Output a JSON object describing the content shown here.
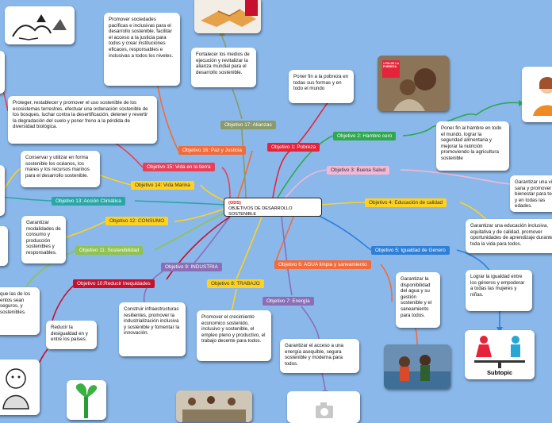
{
  "center": {
    "acronym": "(ODS)",
    "title": "OBJETIVOS DE DESARROLLO SOSTENIBLE"
  },
  "objectives": [
    {
      "label": "Objetivo 1: Pobreza",
      "color": "#e5243b"
    },
    {
      "label": "Objetivo 2: Hambre cero",
      "color": "#2fa84f"
    },
    {
      "label": "Objetivo 3: Buena Salud",
      "color": "#f2b8d6"
    },
    {
      "label": "Objetivo 4: Educación de calidad",
      "color": "#ffd21f"
    },
    {
      "label": "Objetivo 5: Igualdad de Genero",
      "color": "#2f7fd6"
    },
    {
      "label": "Objetivo 6: AGUA limpia y saneamiento",
      "color": "#f26b3a"
    },
    {
      "label": "Objetivo 7: Energía",
      "color": "#8a6fb6"
    },
    {
      "label": "Objetivo 8: TRABAJO",
      "color": "#ffd21f"
    },
    {
      "label": "Objetivo 9: INDUSTRIA",
      "color": "#8a6fb6"
    },
    {
      "label": "Objetivo 10:Reducir Inequidades",
      "color": "#c8102e"
    },
    {
      "label": "Objetivo 11: Sostenibilidad",
      "color": "#8fc251"
    },
    {
      "label": "Objetivo 12: CONSUMO",
      "color": "#ffd21f"
    },
    {
      "label": "Objetivo 13: Acción Climática",
      "color": "#2aa6a6"
    },
    {
      "label": "Objetivo 14: Vida Marina",
      "color": "#ffd21f"
    },
    {
      "label": "Objetivo 15: Vida en la tierra",
      "color": "#e8405a"
    },
    {
      "label": "Objetivo 16: Paz y Justicia",
      "color": "#f26b3a"
    },
    {
      "label": "Objetivo 17: Alianzas",
      "color": "#8a9a6a"
    }
  ],
  "descriptions": {
    "d1": "Poner fin a la pobreza en todas sus formas y en todo el mundo",
    "d2": "Poner fin al hambre en todo el mundo, lograr la seguridad alimentaria y mejorar la nutrición promoviendo la agricultura sostenible",
    "d3": "Garantizar una vida sana y promover el bienestar para todos y en todas las edades.",
    "d4": "Garantizar una educación inclusiva, equitativa y de calidad, promover oportunidades de aprendizaje durante toda la vida para todos.",
    "d5": "Lograr la igualdad entre los géneros y empoderar a todas las mujeres y niñas.",
    "d6": "Garantizar la disponibilidad del agua y su gestión sostenible y el saneamiento para todos.",
    "d7": "Garantizar el acceso a una energía asequible, segura sostenible y moderna para todos.",
    "d8": "Promover el crecimiento economico sostenido, inclusivo y sostenible, el empleo pleno y productivo, el trabajo decente para todos.",
    "d9": "Construir infraestructuras resilientes, promover la industrialización inclusiva y sostenible y fomentar la innovación.",
    "d10": "Reducir la desigualdad en y entre los países.",
    "d11": "que las de los entos sean seguros, y sostenibles.",
    "d12": "Garantizar modalidades de consumo y producción sostenibles y responsables.",
    "d14": "Conservar y utilizar en forma sostenible los océanos, los mares y los recursos marinos para el desarrollo sostenible.",
    "d15": "Proteger, restablecer y promover el uso sostenible de los ecosistemas terrestres, efectuar una ordenación sostenible de los bosques, luchar contra la desertificación, detener y revertir la degradación del suelo y poner freno a la pérdida de diversidad biológica.",
    "d16": "Promover sociedades pacíficas e inclusivas para el desarrollo sostenible, facilitar el acceso a la justicia para todos y crear instituciones eficaces, responsables e inclusivas a todos los niveles.",
    "d17": "Fortalecer los medios de ejecución y revitalizar la alianza mundial para el desarrollo sostenible."
  },
  "subtopic": "Subtopic",
  "image_labels": {
    "poverty_badge": "1 FIN DE LA POBREZA"
  },
  "icons": [
    "doves-icon",
    "handshake-icon",
    "family-photo",
    "person-photo",
    "water-photo",
    "gender-equality-icon",
    "sprout-icon",
    "workers-photo",
    "camera-placeholder-icon",
    "cartoon-icon"
  ]
}
